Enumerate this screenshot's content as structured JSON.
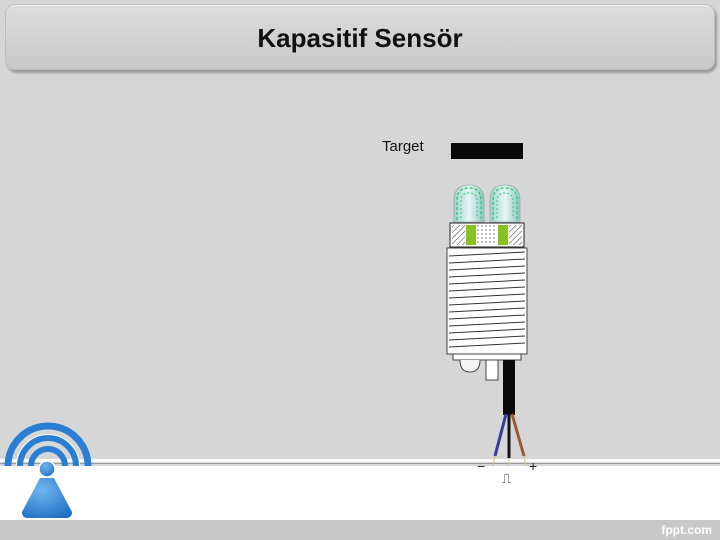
{
  "slide": {
    "title": "Kapasitif Sensör",
    "brand": "fppt.com"
  },
  "diagram": {
    "target_label": "Target",
    "minus_label": "−",
    "plus_label": "+",
    "signal_label": "⎍"
  },
  "colors": {
    "background": "#d6d6d6",
    "led_green": "#33cc77",
    "wire_blue": "#3a3aa0",
    "wire_brown": "#9a5a30",
    "logo_blue": "#2a7fd4"
  }
}
